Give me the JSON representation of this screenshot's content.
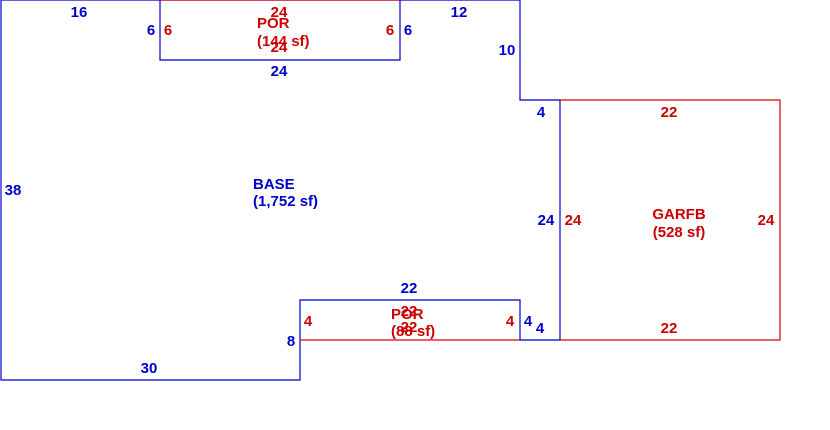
{
  "colors": {
    "base": "#0000cc",
    "addition": "#cc0000",
    "background": "#ffffff"
  },
  "areas": {
    "base": {
      "name": "BASE",
      "area": "(1,752 sf)"
    },
    "por_top": {
      "name": "POR",
      "area": "(144 sf)"
    },
    "por_bottom": {
      "name": "POR",
      "area": "(88 sf)"
    },
    "garage": {
      "name": "GARFB",
      "area": "(528 sf)"
    }
  },
  "base_dims": {
    "top_left": "16",
    "top_right": "12",
    "right_step": "10",
    "step_top": "4",
    "right_upper": "24",
    "right_lower": "4",
    "notch_right": "4",
    "notch_top": "22",
    "notch_left": "8",
    "bottom": "30",
    "left": "38",
    "por_left": "6",
    "por_right": "6",
    "por_bottom": "24"
  },
  "por_top_dims": {
    "top": "24",
    "bottom": "24",
    "left": "6",
    "right": "6"
  },
  "por_bottom_dims": {
    "top": "22",
    "bottom": "22",
    "left": "4",
    "right": "4"
  },
  "garage_dims": {
    "top": "22",
    "bottom": "22",
    "left": "24",
    "right": "24"
  }
}
